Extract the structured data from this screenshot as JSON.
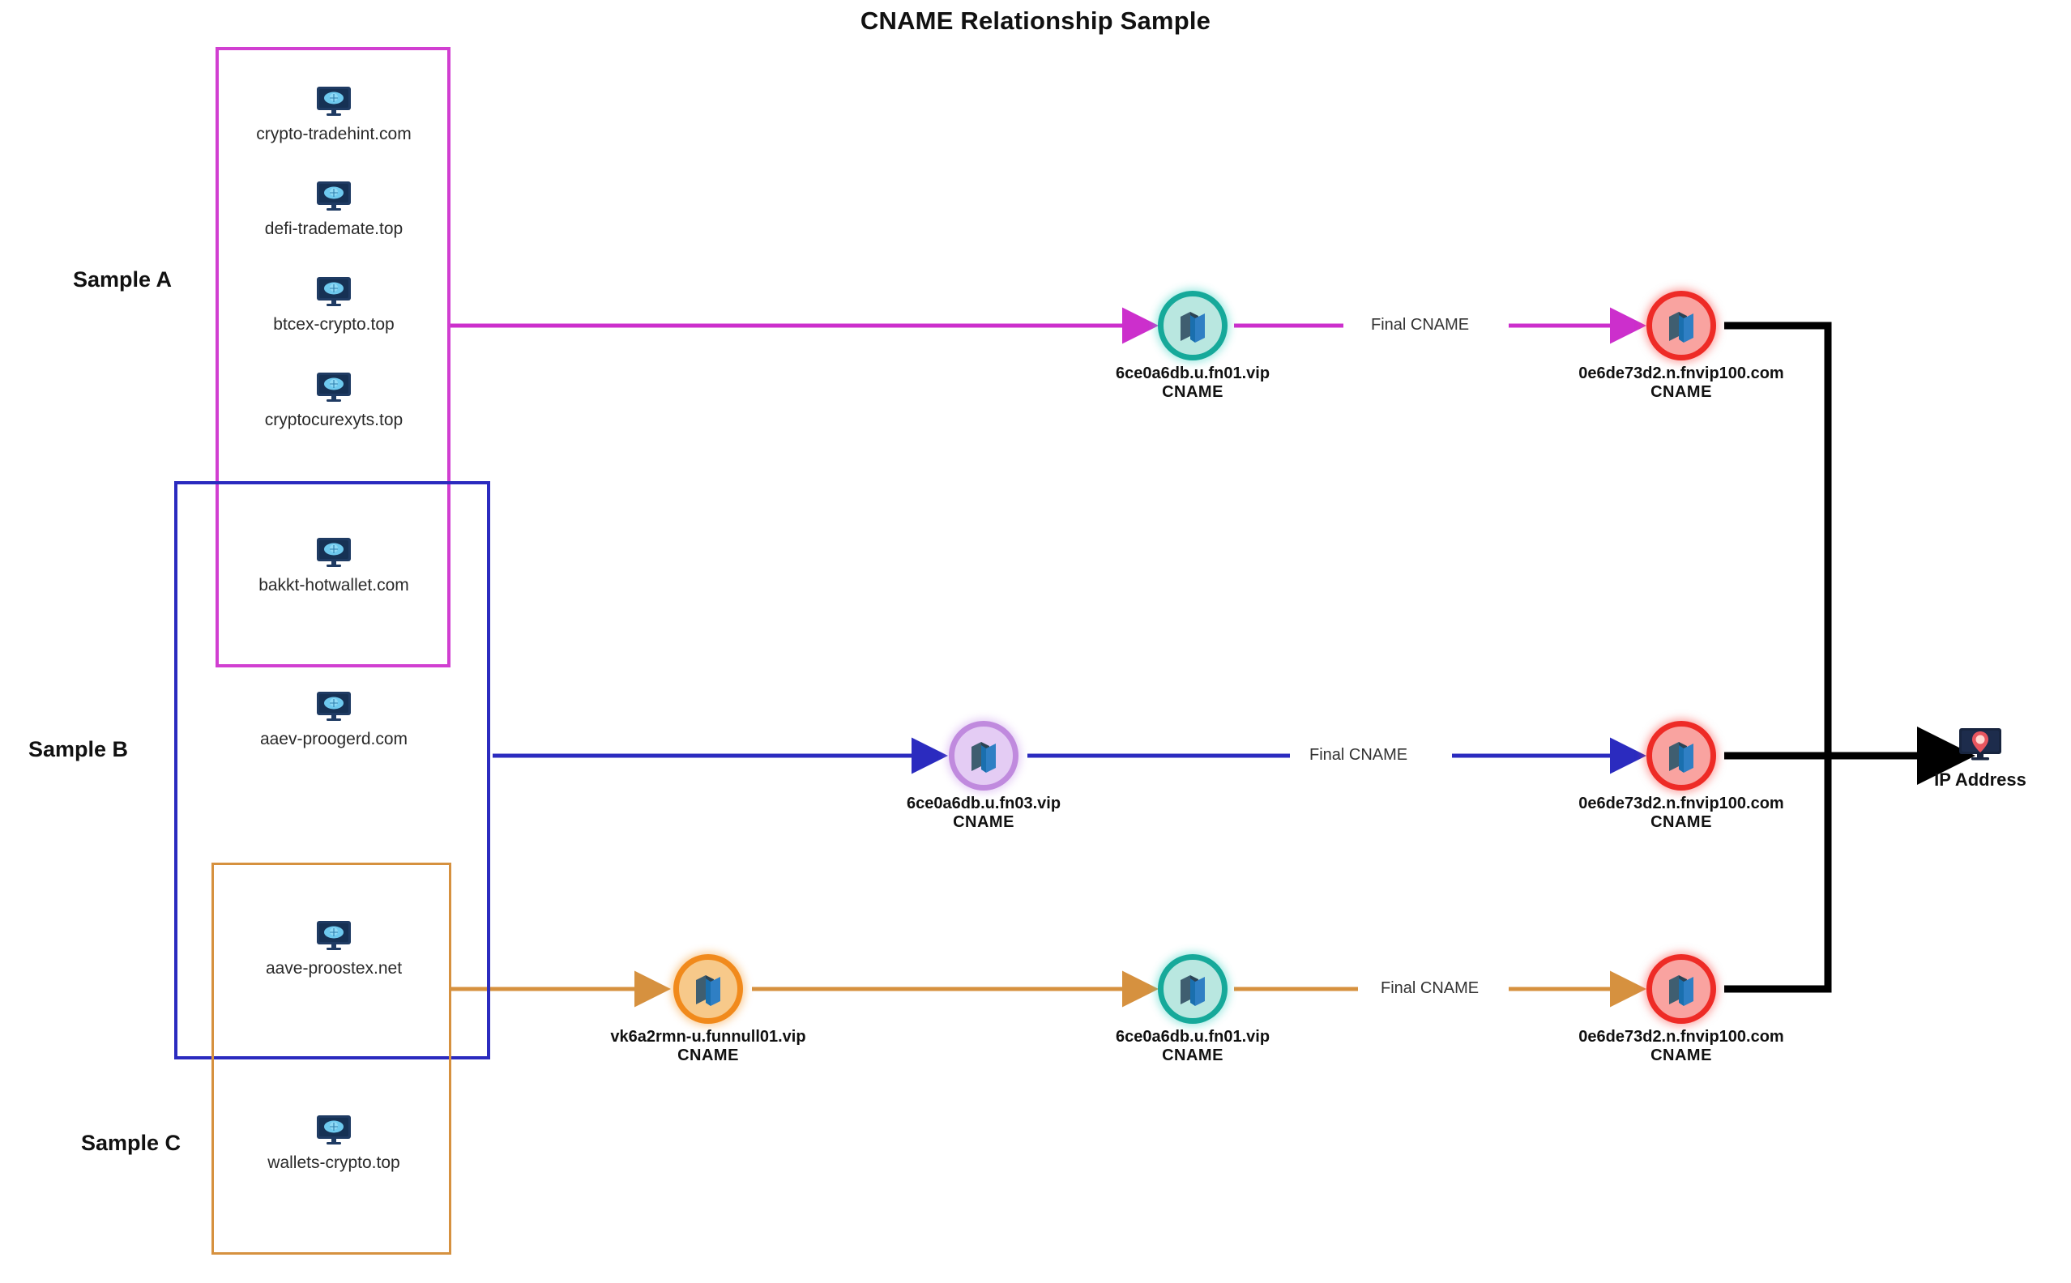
{
  "title": "CNAME Relationship Sample",
  "groups": [
    {
      "id": "sample-a",
      "label": "Sample A",
      "color": "#d13fd1"
    },
    {
      "id": "sample-b",
      "label": "Sample B",
      "color": "#2b2bbf"
    },
    {
      "id": "sample-c",
      "label": "Sample C",
      "color": "#d6913f"
    }
  ],
  "domains": [
    {
      "label": "crypto-tradehint.com",
      "icon": "monitor-cloud-icon"
    },
    {
      "label": "defi-trademate.top",
      "icon": "monitor-cloud-icon"
    },
    {
      "label": "btcex-crypto.top",
      "icon": "monitor-cloud-icon"
    },
    {
      "label": "cryptocurexyts.top",
      "icon": "monitor-cloud-icon"
    },
    {
      "label": "bakkt-hotwallet.com",
      "icon": "monitor-cloud-icon"
    },
    {
      "label": "aaev-proogerd.com",
      "icon": "monitor-cloud-icon"
    },
    {
      "label": "aave-proostex.net",
      "icon": "monitor-cloud-icon"
    },
    {
      "label": "wallets-crypto.top",
      "icon": "monitor-cloud-icon"
    }
  ],
  "servers": [
    {
      "id": "fn01-a",
      "name": "6ce0a6db.u.fn01.vip",
      "type": "CNAME",
      "ring": "teal",
      "icon": "server-icon"
    },
    {
      "id": "final-a",
      "name": "0e6de73d2.n.fnvip100.com",
      "type": "CNAME",
      "ring": "red",
      "icon": "server-icon"
    },
    {
      "id": "fn03-b",
      "name": "6ce0a6db.u.fn03.vip",
      "type": "CNAME",
      "ring": "purple",
      "icon": "server-icon"
    },
    {
      "id": "final-b",
      "name": "0e6de73d2.n.fnvip100.com",
      "type": "CNAME",
      "ring": "red",
      "icon": "server-icon"
    },
    {
      "id": "funnull-c",
      "name": "vk6a2rmn-u.funnull01.vip",
      "type": "CNAME",
      "ring": "orange",
      "icon": "server-icon"
    },
    {
      "id": "fn01-c",
      "name": "6ce0a6db.u.fn01.vip",
      "type": "CNAME",
      "ring": "teal",
      "icon": "server-icon"
    },
    {
      "id": "final-c",
      "name": "0e6de73d2.n.fnvip100.com",
      "type": "CNAME",
      "ring": "red",
      "icon": "server-icon"
    }
  ],
  "edge_labels": {
    "final_cname_a": "Final CNAME",
    "final_cname_b": "Final CNAME",
    "final_cname_c": "Final CNAME"
  },
  "ip": {
    "label": "IP Address",
    "icon": "monitor-pin-icon"
  },
  "colors": {
    "magenta": "#cc2fcc",
    "blue": "#2b2bbf",
    "orange": "#d6913f",
    "black": "#000000",
    "teal": "#16a99a",
    "purple": "#c08ade",
    "red": "#ee2b26"
  }
}
